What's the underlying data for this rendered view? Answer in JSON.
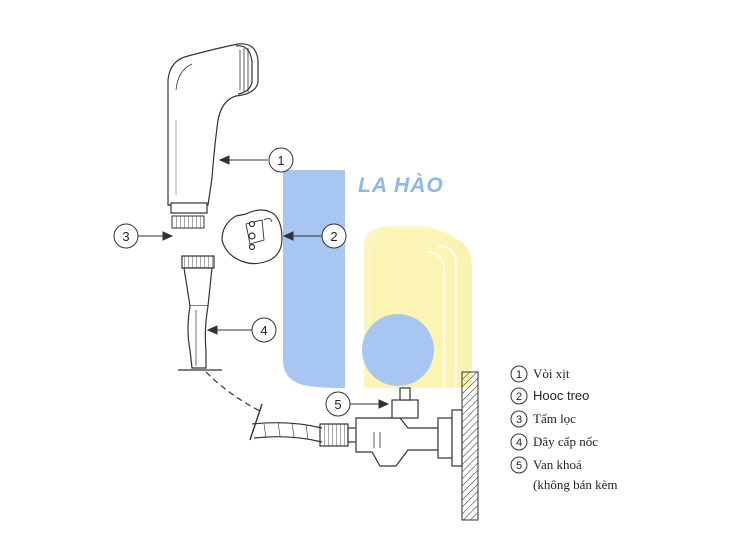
{
  "watermark": {
    "brand_text": "LA HÀO",
    "colors": {
      "blue": "#a7c7f2",
      "yellow": "#fbf3b4",
      "brand_text": "#8db6ee"
    }
  },
  "callouts": [
    {
      "id": "1",
      "number": "1"
    },
    {
      "id": "2",
      "number": "2"
    },
    {
      "id": "3",
      "number": "3"
    },
    {
      "id": "4",
      "number": "4"
    },
    {
      "id": "5",
      "number": "5"
    }
  ],
  "legend": [
    {
      "number": "1",
      "text": "Vòi xịt"
    },
    {
      "number": "2",
      "text": "Hooc treo"
    },
    {
      "number": "3",
      "text": "Tấm lọc"
    },
    {
      "number": "4",
      "text": "Dây cấp nốc"
    },
    {
      "number": "5",
      "text": "Van khoá"
    },
    {
      "number": "",
      "text": "(không bán kèm"
    }
  ],
  "colors": {
    "line": "#333333",
    "fill": "#ffffff"
  }
}
